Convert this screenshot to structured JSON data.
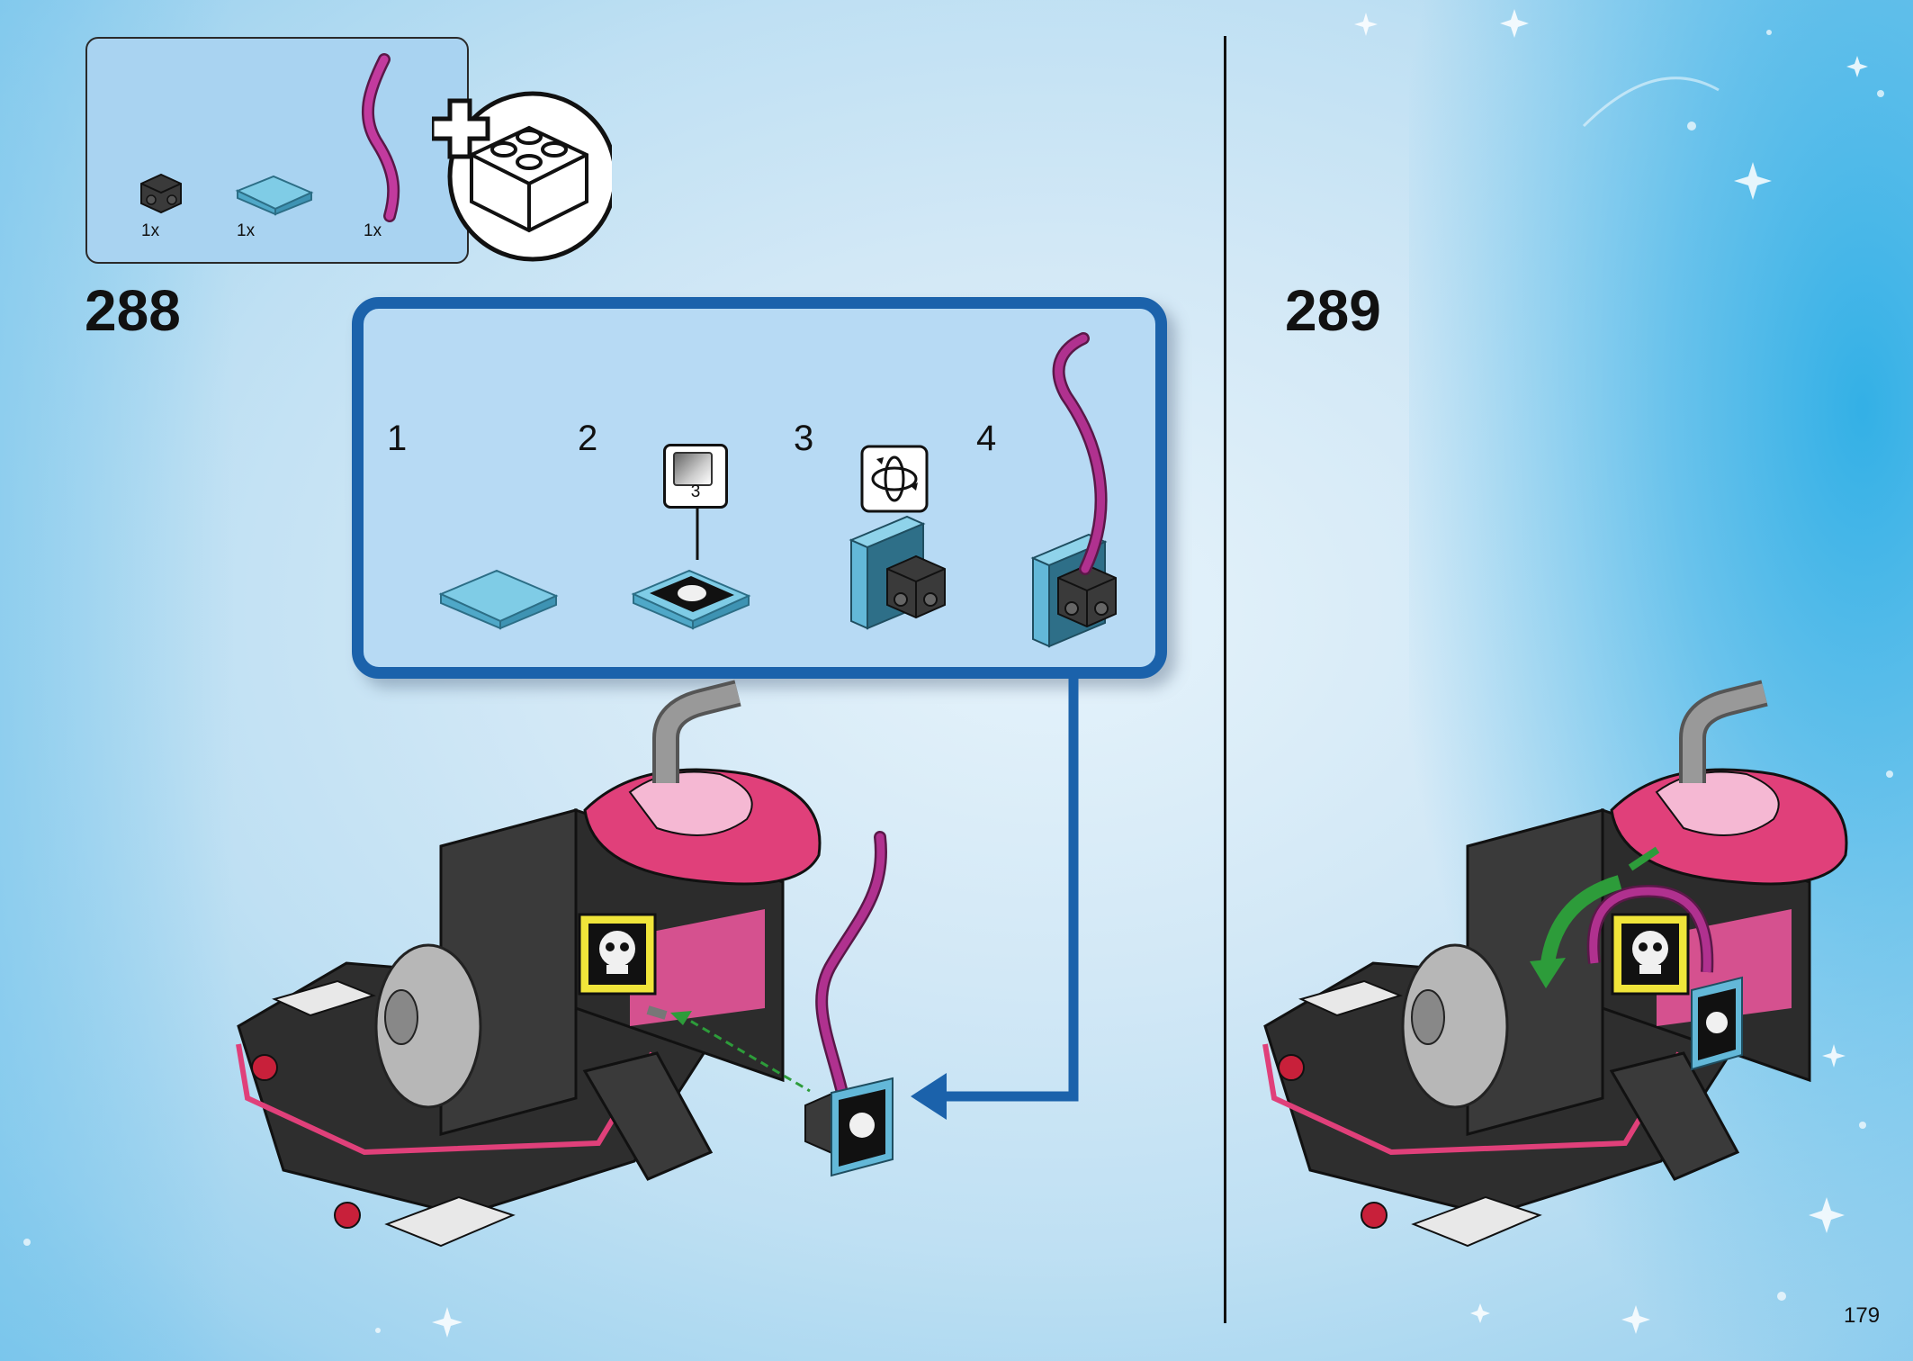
{
  "parts_list": {
    "items": [
      {
        "part": "black-1x1-brick-with-studs-on-sides",
        "quantity": "1x"
      },
      {
        "part": "light-blue-2x2-tile",
        "quantity": "1x"
      },
      {
        "part": "magenta-flexible-hose",
        "quantity": "1x"
      }
    ],
    "add_icon": "plus-brick-icon"
  },
  "steps": [
    {
      "number": "288",
      "sub_steps": [
        {
          "number": "1"
        },
        {
          "number": "2",
          "sticker_number": "3"
        },
        {
          "number": "3",
          "icon": "rotate-model-icon"
        },
        {
          "number": "4"
        }
      ]
    },
    {
      "number": "289"
    }
  ],
  "page_number": "179",
  "colors": {
    "callout_border": "#1b62ab",
    "callout_fill": "#b7daf4",
    "parts_fill": "#a9d3f1",
    "hose": "#b0318f",
    "tile": "#63b8d8",
    "model_black": "#333333",
    "model_pink": "#e0407a"
  }
}
